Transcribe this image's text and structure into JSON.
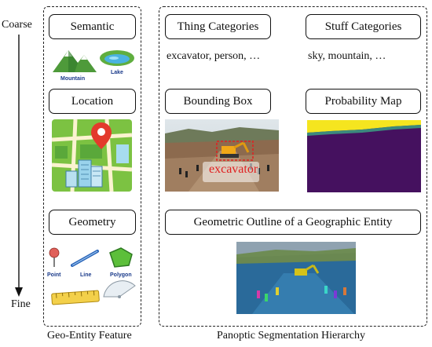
{
  "axis": {
    "top": "Coarse",
    "bottom": "Fine"
  },
  "left_panel": {
    "caption": "Geo-Entity Feature",
    "semantic": {
      "title": "Semantic",
      "mountain_label": "Mountain",
      "lake_label": "Lake"
    },
    "location": {
      "title": "Location"
    },
    "geometry": {
      "title": "Geometry",
      "point_label": "Point",
      "line_label": "Line",
      "polygon_label": "Polygon"
    }
  },
  "right_panel": {
    "caption": "Panoptic Segmentation Hierarchy",
    "thing": {
      "title": "Thing Categories",
      "examples": "excavator, person, …"
    },
    "stuff": {
      "title": "Stuff Categories",
      "examples": "sky, mountain, …"
    },
    "bbox": {
      "title": "Bounding Box",
      "object_label": "excavator"
    },
    "prob": {
      "title": "Probability Map"
    },
    "outline": {
      "title": "Geometric Outline of a Geographic Entity"
    }
  },
  "colors": {
    "bbox_red": "#e02020",
    "prob_purple": "#45115f",
    "prob_yellow": "#f5e51f",
    "map_green": "#7cc242",
    "seg_blue": "#2a6a9a"
  }
}
